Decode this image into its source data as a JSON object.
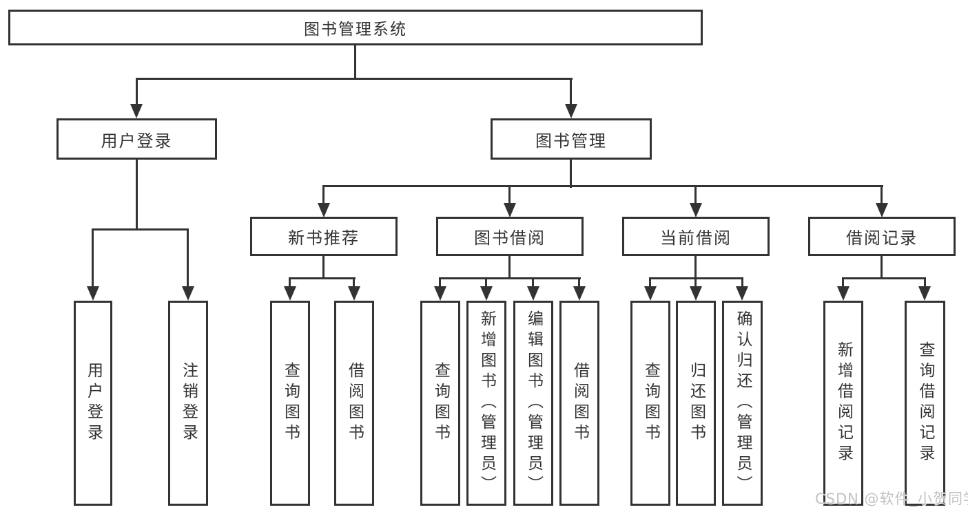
{
  "title": "图书管理系统",
  "level2": [
    {
      "id": "user-login",
      "label": "用户登录"
    },
    {
      "id": "book-management",
      "label": "图书管理"
    }
  ],
  "level3": [
    {
      "id": "new-book-recommend",
      "label": "新书推荐"
    },
    {
      "id": "book-borrowing",
      "label": "图书借阅"
    },
    {
      "id": "current-borrowing",
      "label": "当前借阅"
    },
    {
      "id": "borrowing-records",
      "label": "借阅记录"
    }
  ],
  "leaves": [
    {
      "id": "login",
      "label": "用户登录"
    },
    {
      "id": "logout",
      "label": "注销登录"
    },
    {
      "id": "recommend-query-books",
      "label": "查询图书"
    },
    {
      "id": "recommend-borrow-books",
      "label": "借阅图书"
    },
    {
      "id": "borrowing-query-books",
      "label": "查询图书"
    },
    {
      "id": "borrowing-add-books-admin",
      "label": "新增图书（管理员）"
    },
    {
      "id": "borrowing-edit-books-admin",
      "label": "编辑图书（管理员）"
    },
    {
      "id": "borrowing-borrow-books",
      "label": "借阅图书"
    },
    {
      "id": "current-query-books",
      "label": "查询图书"
    },
    {
      "id": "current-return-books",
      "label": "归还图书"
    },
    {
      "id": "current-confirm-return-admin",
      "label": "确认归还（管理员）"
    },
    {
      "id": "records-add-record",
      "label": "新增借阅记录"
    },
    {
      "id": "records-query-record",
      "label": "查询借阅记录"
    }
  ],
  "watermark": "CSDN @软件_小贺同学",
  "colors": {
    "line": "#333333",
    "text": "#333333",
    "background": "#ffffff",
    "watermark": "#c2c2c2"
  }
}
